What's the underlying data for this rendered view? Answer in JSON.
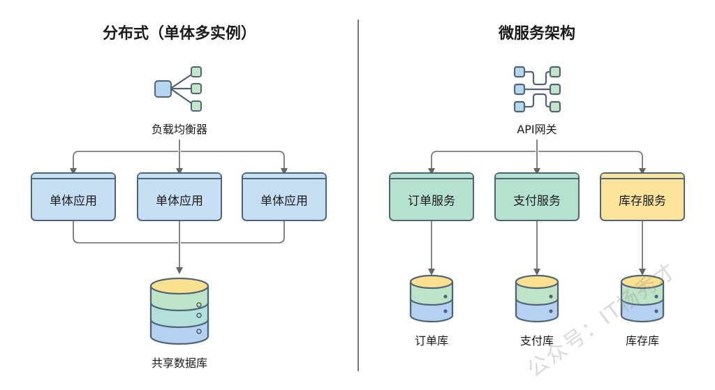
{
  "left": {
    "title": "分布式（单体多实例）",
    "entry": {
      "label": "负载均衡器",
      "icon": "load-balancer-icon"
    },
    "services": [
      {
        "label": "单体应用",
        "color": "#c6dff5"
      },
      {
        "label": "单体应用",
        "color": "#c6dff5"
      },
      {
        "label": "单体应用",
        "color": "#c6dff5"
      }
    ],
    "database": {
      "label": "共享数据库",
      "icon": "database-icon"
    }
  },
  "right": {
    "title": "微服务架构",
    "entry": {
      "label": "API网关",
      "icon": "api-gateway-icon"
    },
    "services": [
      {
        "label": "订单服务",
        "color": "#b5e2cf"
      },
      {
        "label": "支付服务",
        "color": "#b5e2cf"
      },
      {
        "label": "库存服务",
        "color": "#fbe39a"
      }
    ],
    "databases": [
      {
        "label": "订单库"
      },
      {
        "label": "支付库"
      },
      {
        "label": "库存库"
      }
    ]
  },
  "watermark": "公众号：IT杨秀才",
  "colors": {
    "stroke": "#4f6577",
    "arrow": "#666666",
    "divider": "#555555",
    "db_top": "#fbe08f",
    "db_green": "#bfe3c8",
    "db_teal": "#b4e0dc",
    "db_blue": "#b5d0f0"
  }
}
